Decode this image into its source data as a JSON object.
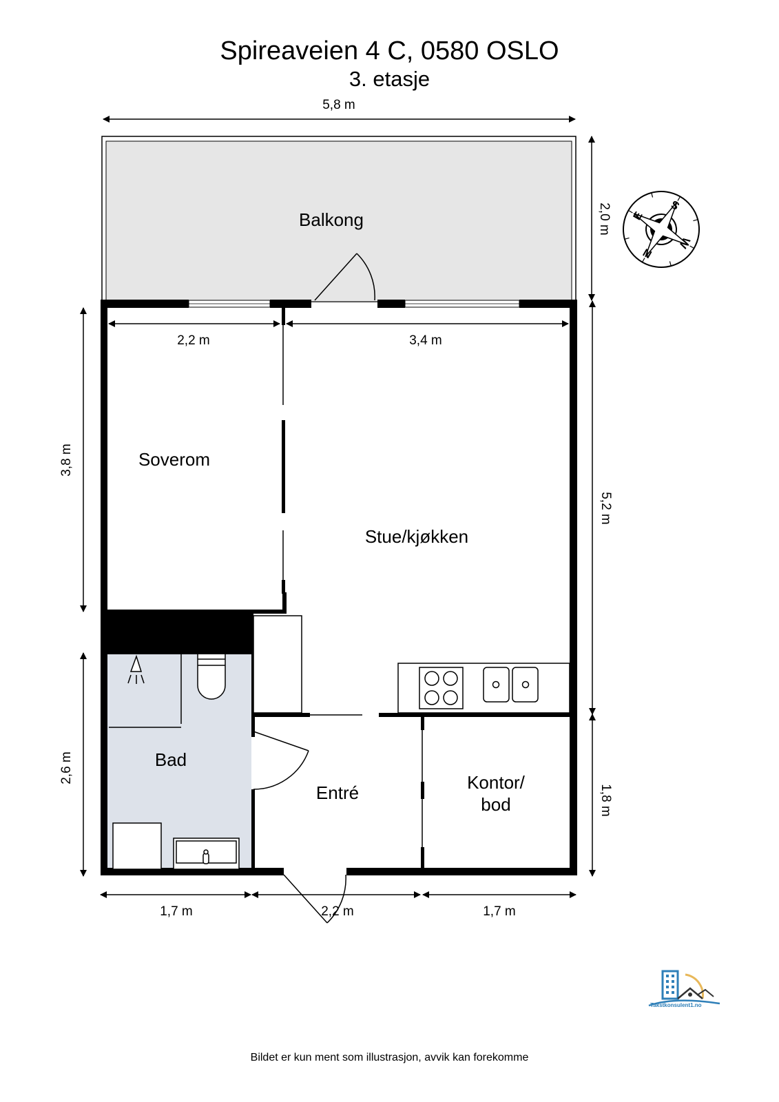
{
  "header": {
    "title": "Spireaveien 4 C, 0580 OSLO",
    "floor": "3. etasje"
  },
  "rooms": {
    "balkong": "Balkong",
    "soverom": "Soverom",
    "stue": "Stue/kjøkken",
    "bad": "Bad",
    "entre": "Entré",
    "kontor_line1": "Kontor/",
    "kontor_line2": "bod"
  },
  "dimensions": {
    "top_total": "5,8 m",
    "balcony_depth": "2,0 m",
    "soverom_width": "2,2 m",
    "stue_width": "3,4 m",
    "left_upper": "3,8 m",
    "left_lower": "2,6 m",
    "right_upper": "5,2 m",
    "right_lower": "1,8 m",
    "bottom_left": "1,7 m",
    "bottom_middle": "2,2 m",
    "bottom_right": "1,7 m"
  },
  "compass": {
    "labels": [
      "S",
      "W",
      "N",
      "E"
    ]
  },
  "colors": {
    "balcony_fill": "#e6e6e6",
    "bath_fill": "#dde2ea",
    "wall": "#000000",
    "logo_blue": "#2e7fb8",
    "logo_sun": "#e8b85a"
  },
  "logo": {
    "text": "Takstkonsulent1.no"
  },
  "footer": {
    "disclaimer": "Bildet er kun ment som illustrasjon, avvik kan forekomme"
  }
}
